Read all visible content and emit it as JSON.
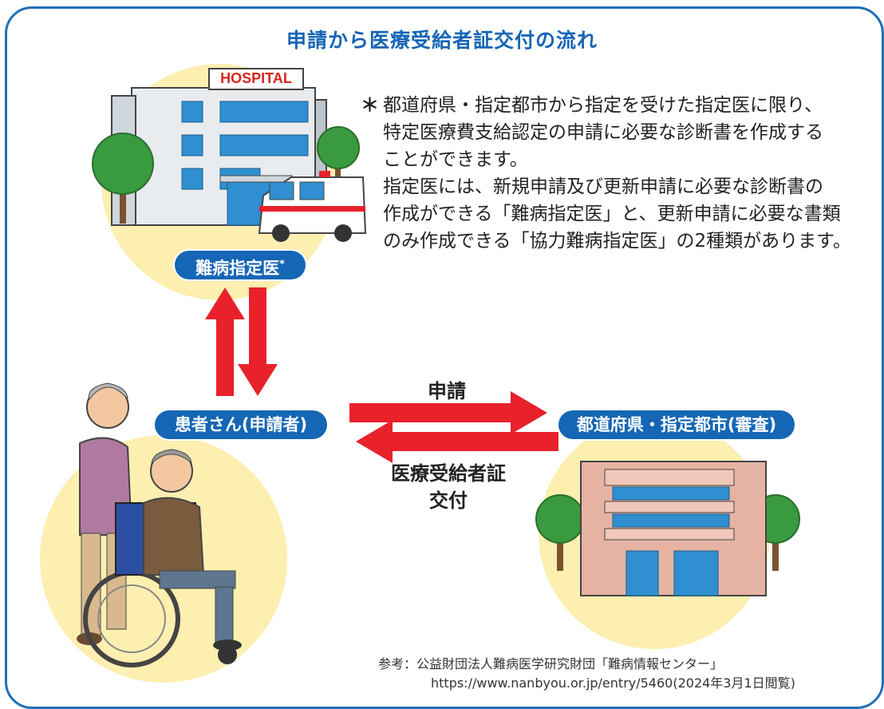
{
  "title": "申請から医療受給者証交付の流れ",
  "hospital_sign": "HOSPITAL",
  "nodes": {
    "doctor": "難病指定医",
    "doctor_mark": "*",
    "patient": "患者さん(申請者)",
    "government": "都道府県・指定都市(審査)"
  },
  "edges": {
    "apply": "申請",
    "issue_line1": "医療受給者証",
    "issue_line2": "交付"
  },
  "footnote": {
    "asterisk": "＊",
    "lines": [
      "都道府県・指定都市から指定を受けた指定医に限り、",
      "特定医療費支給認定の申請に必要な診断書を作成する",
      "ことができます。",
      "指定医には、新規申請及び更新申請に必要な診断書の",
      "作成ができる「難病指定医」と、更新申請に必要な書類",
      "のみ作成できる「協力難病指定医」の2種類があります。"
    ]
  },
  "reference": {
    "line1": "参考：公益財団法人難病医学研究財団「難病情報センター」",
    "line2": "https://www.nanbyou.or.jp/entry/5460(2024年3月1日閲覧)"
  },
  "colors": {
    "frame": "#1f6fb8",
    "pill": "#1566b4",
    "arrow": "#e8212b",
    "circle": "#fcefb0",
    "tree": "#3a9a3f"
  }
}
